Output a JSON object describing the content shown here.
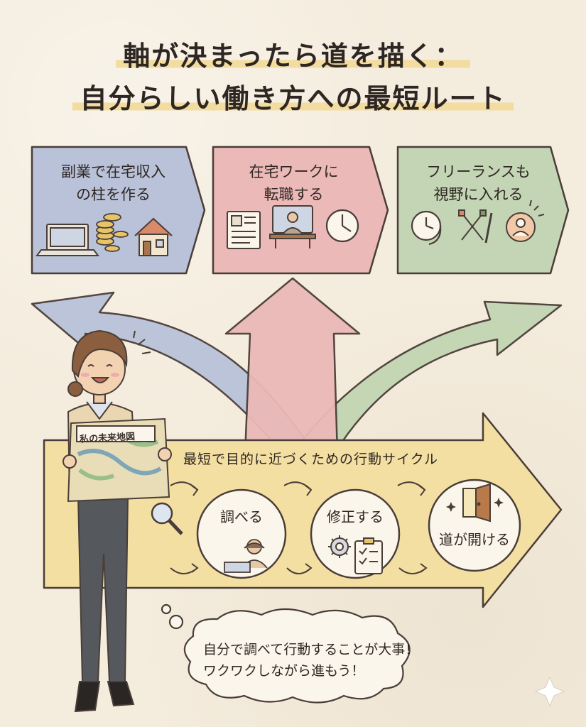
{
  "title": {
    "line1": "軸が決まったら道を描く：",
    "line2": "自分らしい働き方への最短ルート"
  },
  "options": [
    {
      "line1": "副業で在宅収入",
      "line2": "の柱を作る",
      "color": "#b9c2d9"
    },
    {
      "line1": "在宅ワークに",
      "line2": "転職する",
      "color": "#ebb9b8"
    },
    {
      "line1": "フリーランスも",
      "line2": "視野に入れる",
      "color": "#c3d5b4"
    }
  ],
  "cycle": {
    "title": "最短で目的に近づくための行動サイクル",
    "steps": [
      "調べる",
      "修正する",
      "道が開ける"
    ],
    "color": "#f4dfa3"
  },
  "map_label": "私の未来地図",
  "speech": {
    "line1": "自分で調べて行動することが大事！",
    "line2": "ワクワクしながら進もう！"
  }
}
